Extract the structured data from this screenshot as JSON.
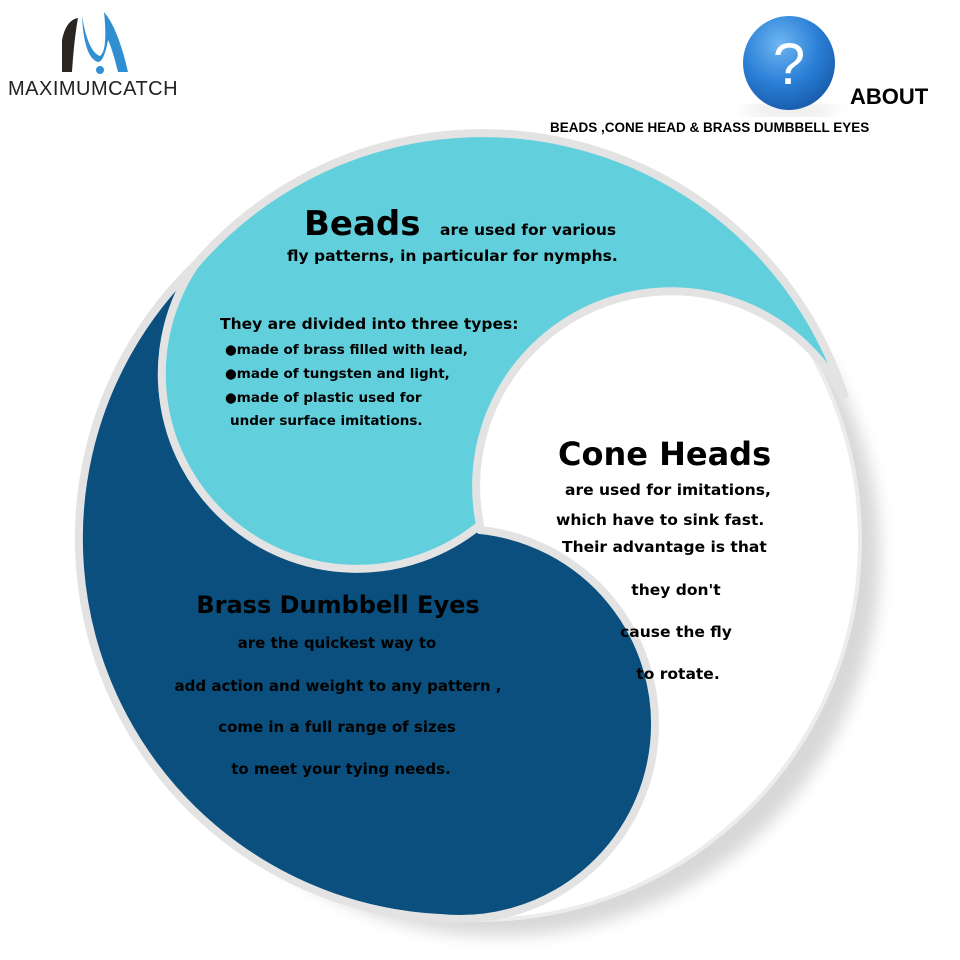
{
  "brand": {
    "name": "MAXIMUMCATCH",
    "colors": {
      "dark": "#2b2522",
      "blue": "#2f8fd0"
    }
  },
  "header": {
    "icon": "question-mark-icon",
    "about": "ABOUT",
    "subtitle": "BEADS ,CONE HEAD & BRASS DUMBBELL EYES"
  },
  "colors": {
    "teal": "#62d0dc",
    "navy": "#0a4f7d",
    "white": "#ffffff",
    "border": "#e3e3e3"
  },
  "beads": {
    "title": "Beads",
    "line1": "are used for various",
    "line2": "fly patterns, in particular for nymphs.",
    "types_heading": "They are divided into three types:",
    "types": [
      "●made of brass filled with lead,",
      "●made of tungsten  and light,",
      "●made of plastic used for",
      "under surface imitations."
    ]
  },
  "cone_heads": {
    "title": "Cone Heads",
    "lines": [
      "are used for imitations,",
      "which have to sink fast.",
      "Their advantage is that",
      "they don't",
      "cause the fly",
      "to rotate."
    ]
  },
  "dumbbell": {
    "title": "Brass Dumbbell Eyes",
    "lines": [
      "are the quickest way to",
      "add action and weight to any pattern ,",
      "come in a full range of sizes",
      "to meet your tying needs."
    ]
  }
}
